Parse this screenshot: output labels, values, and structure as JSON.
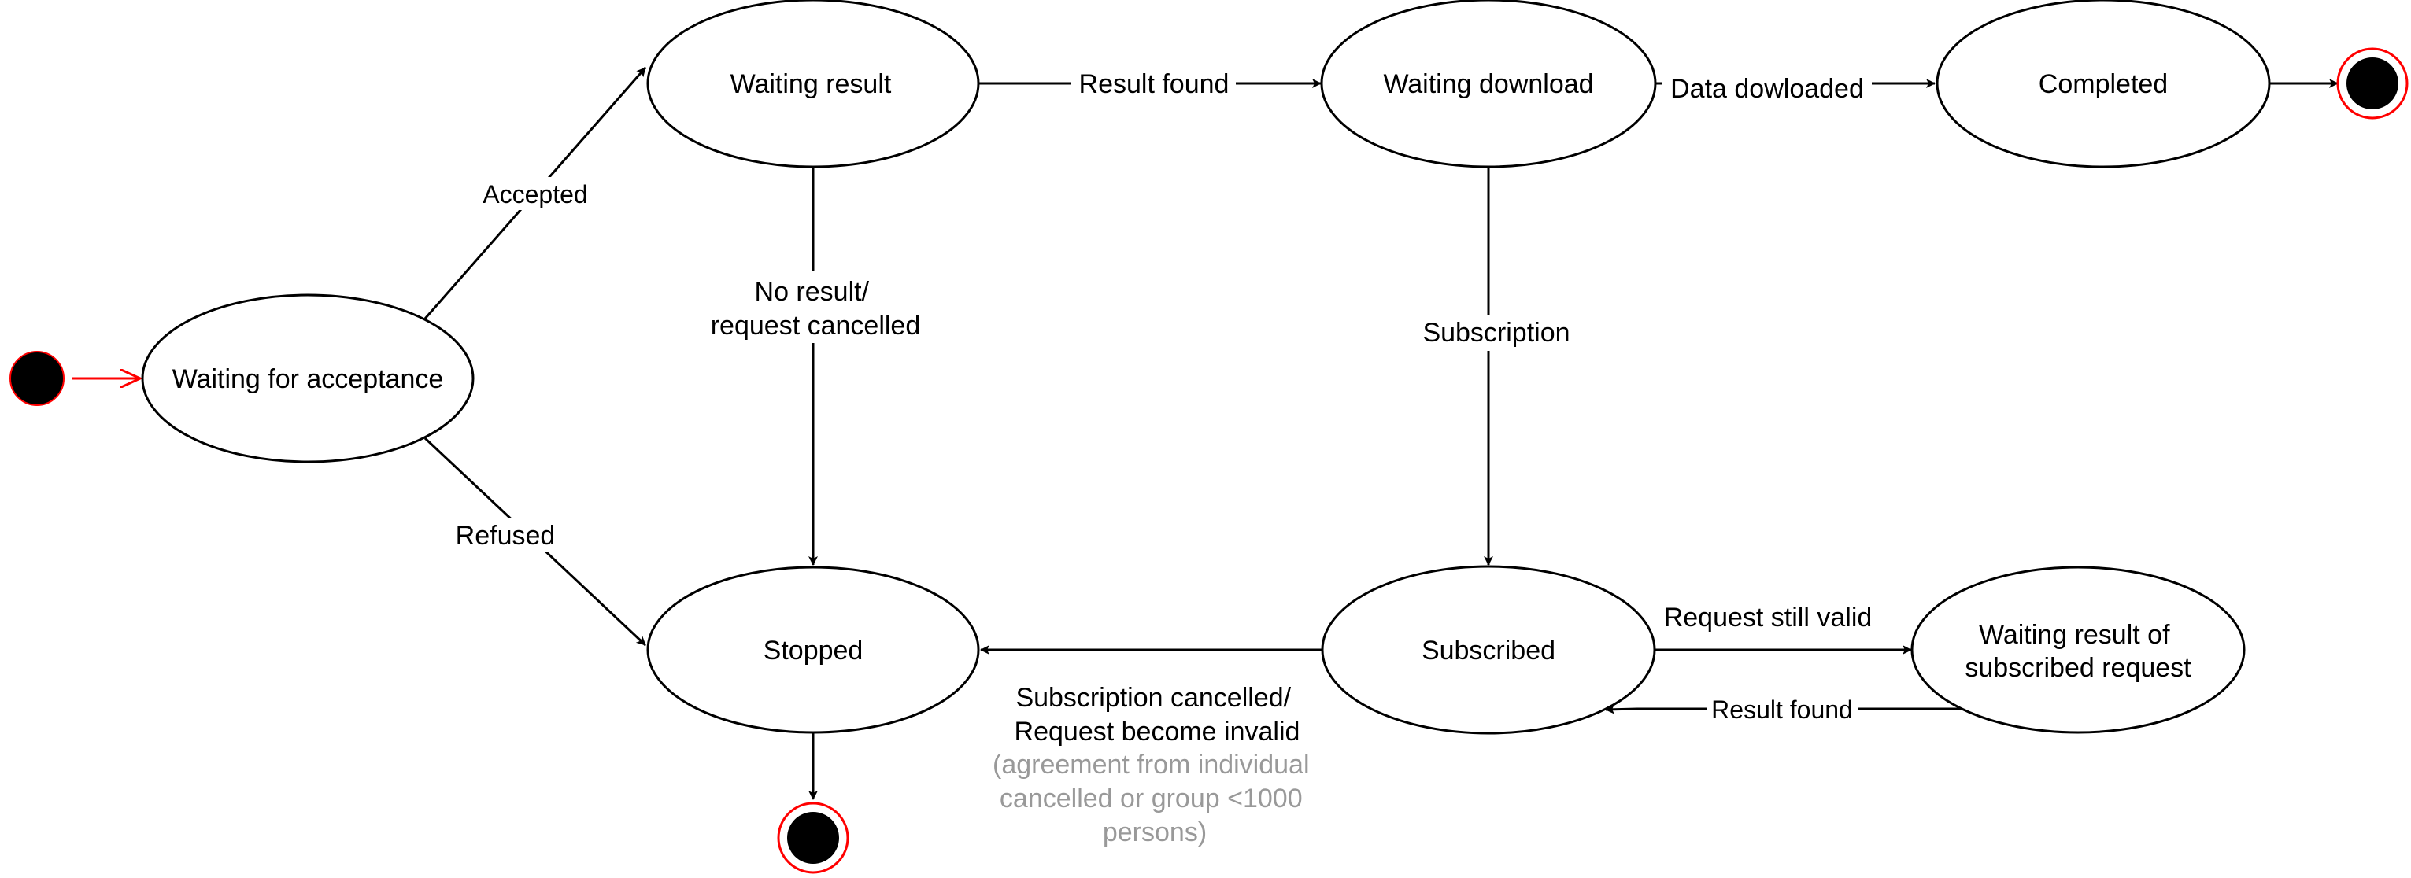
{
  "states": {
    "waiting_for_acceptance": "Waiting for acceptance",
    "waiting_result": "Waiting result",
    "waiting_download": "Waiting download",
    "completed": "Completed",
    "stopped": "Stopped",
    "subscribed": "Subscribed",
    "waiting_result_subscribed": [
      "Waiting result of",
      "subscribed request"
    ]
  },
  "transitions": {
    "accepted": "Accepted",
    "refused": "Refused",
    "result_found": "Result found",
    "data_downloaded": "Data dowloaded",
    "no_result": [
      "No result/",
      "request cancelled"
    ],
    "subscription": "Subscription",
    "request_still_valid": "Request still valid",
    "result_found_subscribed": "Result found",
    "subscription_cancelled": [
      "Subscription cancelled/",
      "Request become invalid"
    ],
    "subscription_cancelled_note": [
      "(agreement from individual",
      "cancelled or group <1000",
      "persons)"
    ]
  },
  "colors": {
    "initial_and_final_marker": "#ff0000",
    "note_text": "#999999"
  }
}
